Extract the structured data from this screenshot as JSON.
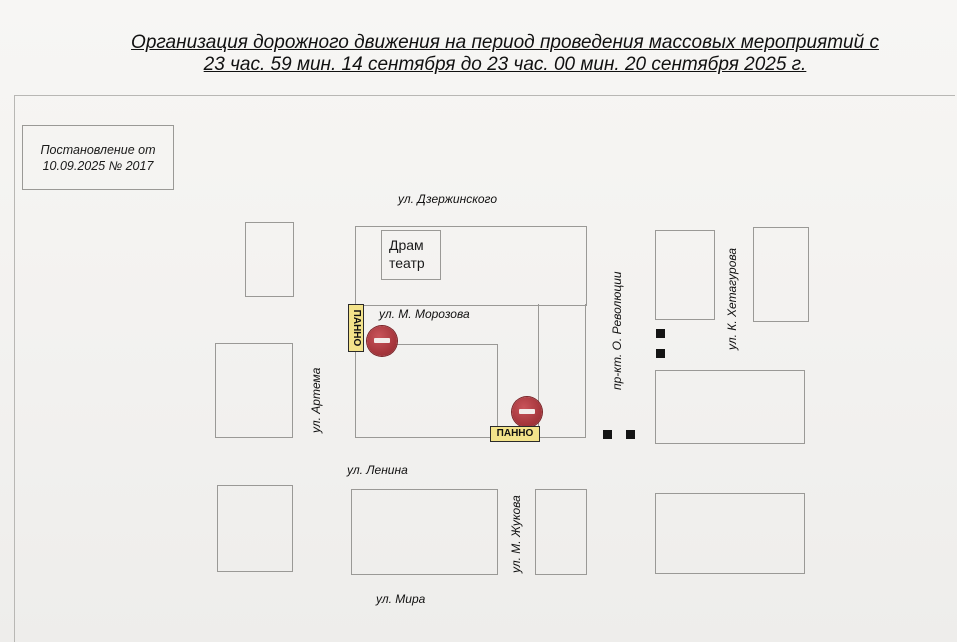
{
  "title": {
    "line1": "Организация дорожного движения на период проведения массовых мероприятий с",
    "line2": "23 час. 59 мин. 14 сентября до 23 час. 00 мин. 20 сентября 2025 г."
  },
  "decree": {
    "line1": "Постановление от",
    "line2": "10.09.2025 № 2017"
  },
  "streets": {
    "dzerzhinskogo": "ул. Дзержинского",
    "morozova": "ул. М. Морозова",
    "artema": "ул. Артема",
    "lenina": "ул. Ленина",
    "zhukova": "ул. М. Жукова",
    "mira": "ул. Мира",
    "revolyutsii": "пр-кт. О. Революции",
    "khetagurova": "ул. К. Хетагурова"
  },
  "landmarks": {
    "theatre_line1": "Драм",
    "theatre_line2": "театр"
  },
  "signs": {
    "panno_label": "ПАННО",
    "no_entry_icon": "no-entry-sign-icon"
  },
  "colors": {
    "no_entry_red": "#a7373d",
    "panno_yellow": "#f3e38a",
    "block_outline": "#9a9996"
  }
}
